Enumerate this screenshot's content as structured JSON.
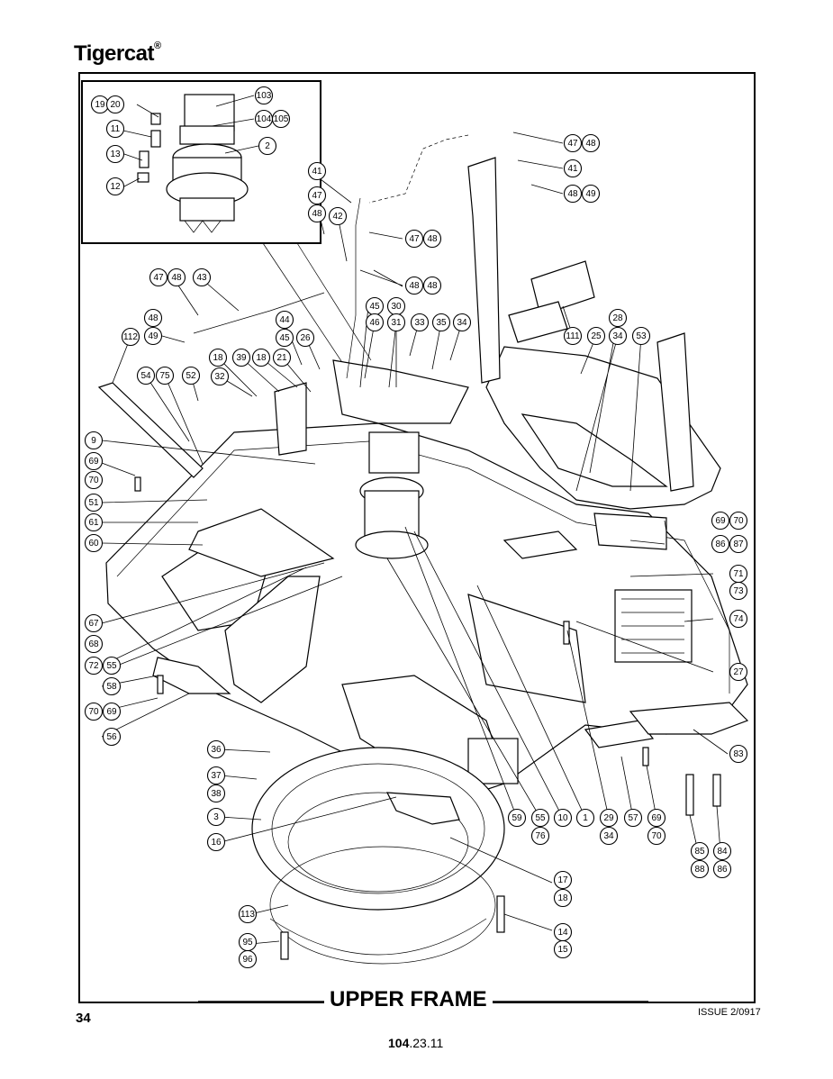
{
  "brand": {
    "name": "Tigercat",
    "mark": "®"
  },
  "title": "UPPER FRAME",
  "page_number": "34",
  "issue": "ISSUE 2/0917",
  "part_number": {
    "bold": "104",
    "rest": ".23.11"
  },
  "callouts": [
    "19",
    "20",
    "11",
    "13",
    "12",
    "103",
    "104",
    "105",
    "2",
    "41",
    "47",
    "48",
    "42",
    "47",
    "48",
    "48",
    "48",
    "47",
    "48",
    "41",
    "48",
    "49",
    "47",
    "48",
    "43",
    "48",
    "49",
    "112",
    "44",
    "45",
    "26",
    "45",
    "46",
    "30",
    "31",
    "33",
    "35",
    "34",
    "28",
    "111",
    "25",
    "34",
    "53",
    "18",
    "39",
    "18",
    "21",
    "32",
    "54",
    "75",
    "52",
    "9",
    "69",
    "70",
    "51",
    "61",
    "60",
    "69",
    "70",
    "86",
    "87",
    "71",
    "73",
    "74",
    "27",
    "67",
    "68",
    "72",
    "55",
    "58",
    "70",
    "69",
    "56",
    "83",
    "36",
    "37",
    "38",
    "3",
    "16",
    "59",
    "55",
    "76",
    "10",
    "1",
    "29",
    "34",
    "57",
    "69",
    "70",
    "85",
    "88",
    "84",
    "86",
    "17",
    "18",
    "113",
    "14",
    "15",
    "95",
    "96"
  ]
}
